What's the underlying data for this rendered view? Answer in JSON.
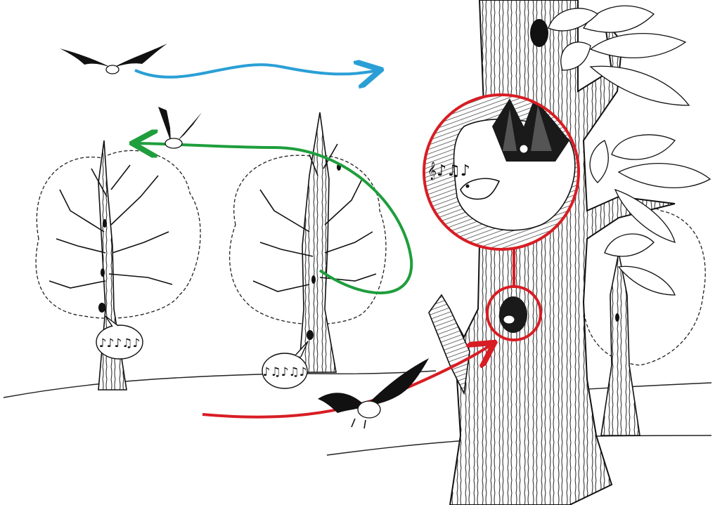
{
  "colors": {
    "ink": "#111111",
    "paper": "#ffffff",
    "commute_arrow": "#2a9fd6",
    "roost_switch_arrow": "#1e9e3c",
    "roost_entry_arrow": "#d81d24",
    "magnifier_ring": "#d81d24",
    "cavity_dark": "#1a1a1a"
  },
  "scene": {
    "arrows": [
      {
        "id": "commute",
        "color_key": "commute_arrow",
        "meaning": "flying-bat-crossing"
      },
      {
        "id": "roost-switch",
        "color_key": "roost_switch_arrow",
        "meaning": "bat-leaving-cavity-to-other-tree"
      },
      {
        "id": "roost-entry",
        "color_key": "roost_entry_arrow",
        "meaning": "bat-entering-tree-cavity"
      }
    ],
    "song_bubbles": [
      {
        "id": "left-tree-song",
        "notes": "♪♪♪♫♪"
      },
      {
        "id": "middle-tree-song",
        "notes": "♪♫♪♫♪"
      }
    ],
    "inset_song_notes": "𝄞♪♫♪",
    "icons": [
      "bat-icon",
      "music-note-icon",
      "tree-icon",
      "tree-cavity-icon",
      "leaf-icon"
    ]
  }
}
